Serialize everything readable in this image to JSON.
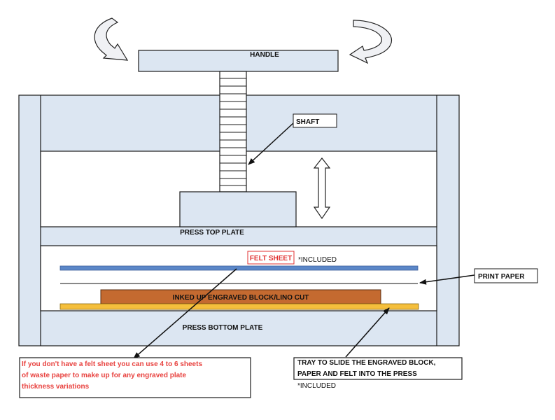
{
  "labels": {
    "handle": "HANDLE",
    "shaft": "SHAFT",
    "press_top_plate": "PRESS TOP PLATE",
    "felt_sheet": "FELT SHEET",
    "felt_included": "*INCLUDED",
    "print_paper": "PRINT PAPER",
    "inked_block": "INKED UP ENGRAVED BLOCK/LINO CUT",
    "press_bottom_plate": "PRESS BOTTOM PLATE"
  },
  "felt_note": {
    "lines": [
      "If you don't have a felt sheet you can use 4 to 6 sheets",
      "of waste paper to make up for any engraved plate",
      "thickness variations"
    ]
  },
  "tray_note": {
    "lines": [
      "TRAY TO SLIDE THE ENGRAVED BLOCK,",
      "PAPER AND FELT INTO THE PRESS"
    ],
    "included": "*INCLUDED"
  },
  "colors": {
    "press_fill": "#dce6f2",
    "outline": "#1a1a1a",
    "felt": "#5b87c8",
    "block": "#c46a30",
    "tray": "#f5bf3c",
    "felt_label": "#e03030",
    "note_red": "#e8423f",
    "arrow_gray": "#f0f1f4"
  }
}
